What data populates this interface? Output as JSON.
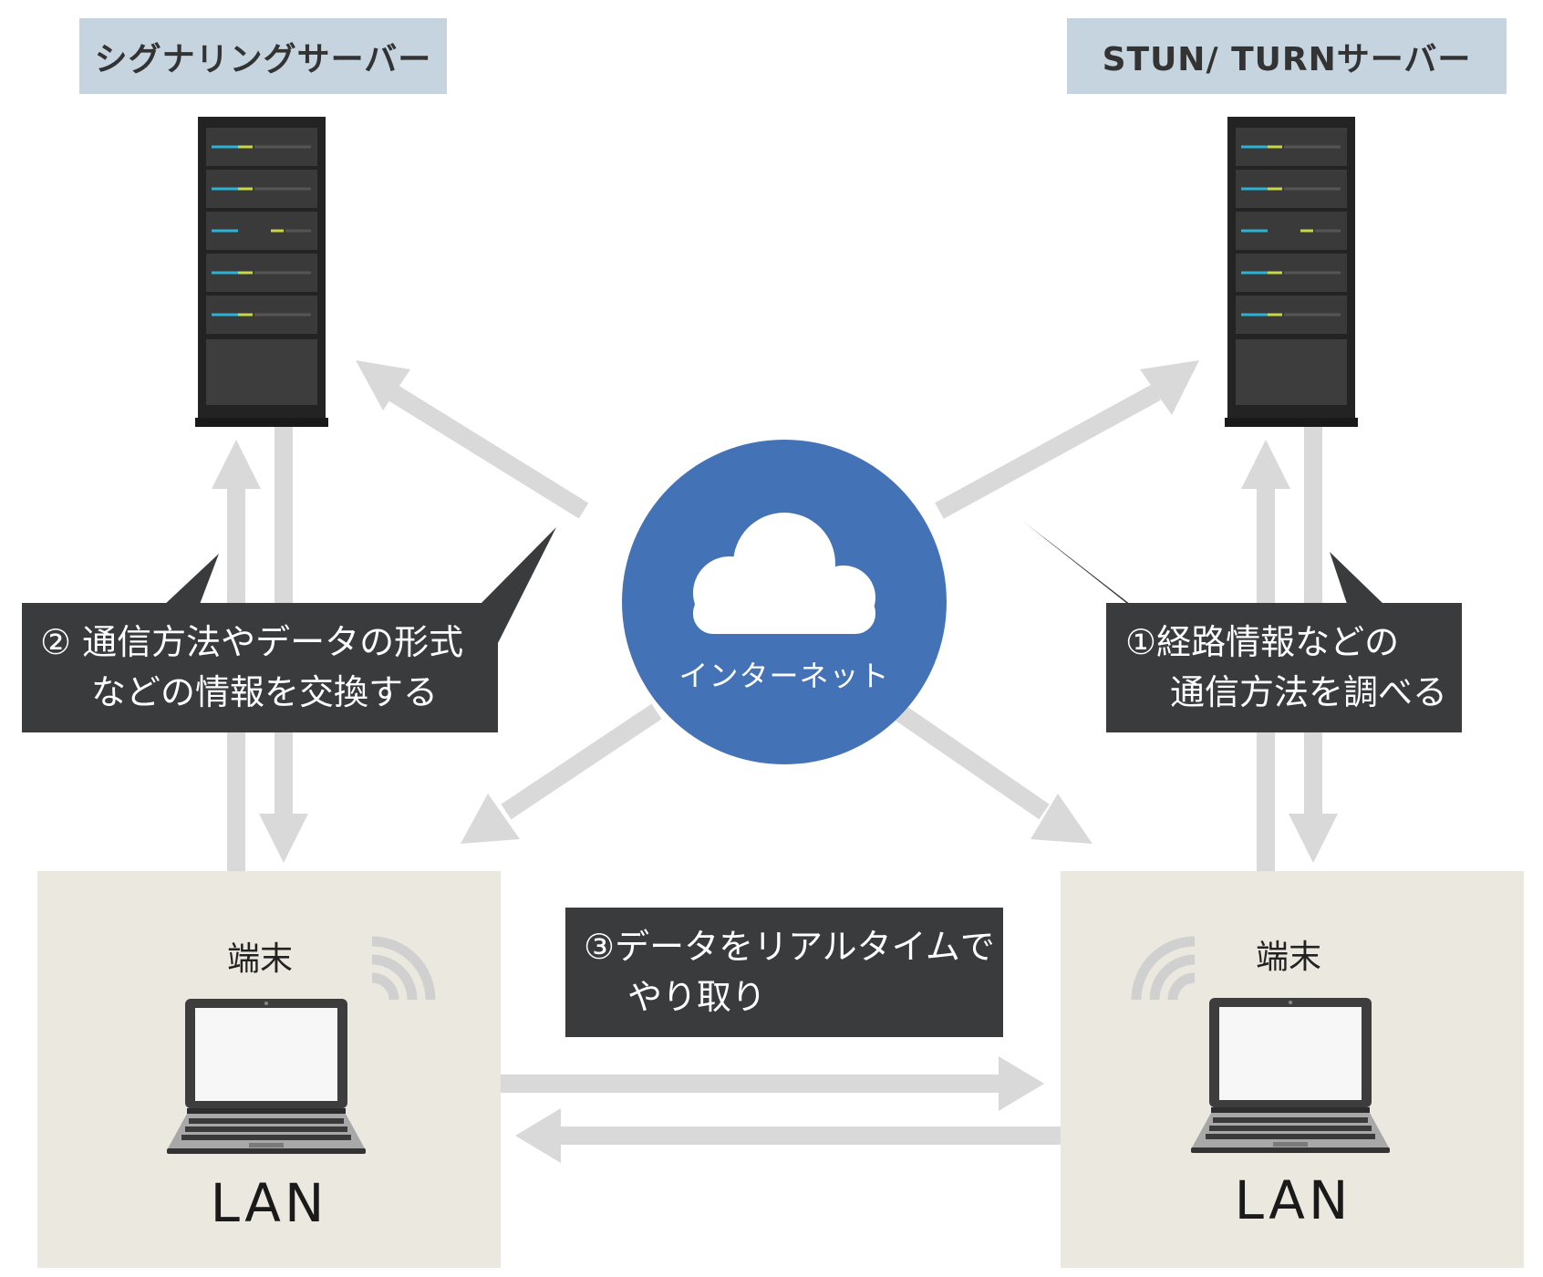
{
  "signaling_server": {
    "label": "シグナリングサーバー"
  },
  "stun_turn_server": {
    "label": "STUN/ TURNサーバー"
  },
  "internet": {
    "label": "インターネット"
  },
  "callout_2": {
    "line1": "② 通信方法やデータの形式",
    "line2": "などの情報を交換する"
  },
  "callout_1": {
    "line1": "①経路情報などの",
    "line2": "通信方法を調べる"
  },
  "callout_3": {
    "line1": "③データをリアルタイムで",
    "line2": "やり取り"
  },
  "left_lan": {
    "terminal_label": "端末",
    "lan_label": "LAN"
  },
  "right_lan": {
    "terminal_label": "端末",
    "lan_label": "LAN"
  },
  "colors": {
    "cloud_circle": "#4472b6",
    "arrow": "#d9d9d9",
    "callout": "#3a3b3d",
    "label_bg": "#c5d4de",
    "lan_bg": "#ebe9df"
  }
}
